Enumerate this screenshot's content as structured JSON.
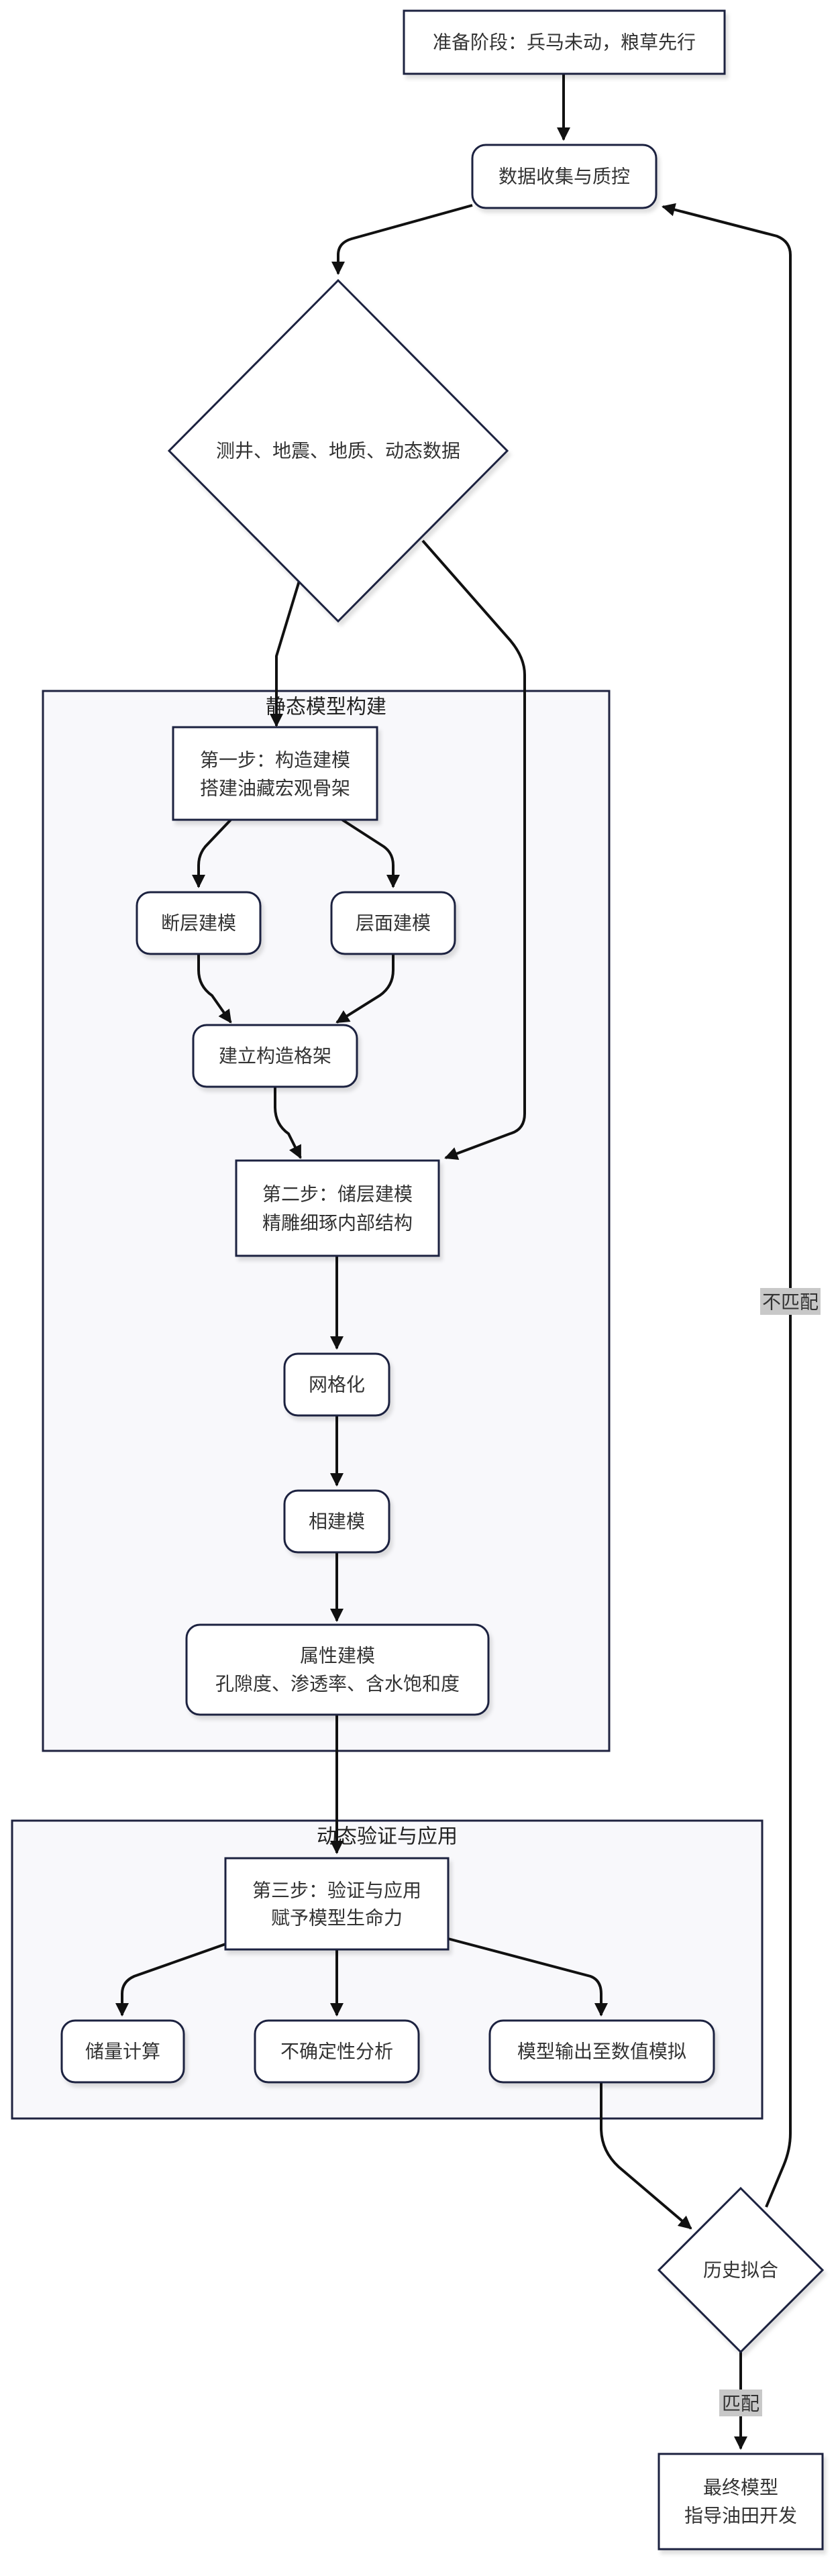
{
  "nodes": {
    "prep": "准备阶段：兵马未动，粮草先行",
    "data_collect": "数据收集与质控",
    "data_types": "测井、地震、地质、动态数据",
    "step1_line1": "第一步：构造建模",
    "step1_line2": "搭建油藏宏观骨架",
    "fault": "断层建模",
    "horizon": "层面建模",
    "framework": "建立构造格架",
    "step2_line1": "第二步：储层建模",
    "step2_line2": "精雕细琢内部结构",
    "gridding": "网格化",
    "facies": "相建模",
    "property_line1": "属性建模",
    "property_line2": "孔隙度、渗透率、含水饱和度",
    "step3_line1": "第三步：验证与应用",
    "step3_line2": "赋予模型生命力",
    "reserves": "储量计算",
    "uncertainty": "不确定性分析",
    "export": "模型输出至数值模拟",
    "history_match": "历史拟合",
    "final_line1": "最终模型",
    "final_line2": "指导油田开发"
  },
  "clusters": {
    "static": "静态模型构建",
    "dynamic": "动态验证与应用"
  },
  "edge_labels": {
    "mismatch": "不匹配",
    "match": "匹配"
  },
  "colors": {
    "prep_fill": "#f49cf0",
    "final_fill": "#ccccfa",
    "node_fill": "#ffffff",
    "cluster_fill": "#f8f8fb",
    "stroke": "#1f2340",
    "edge": "#111111",
    "edge_label_bg": "#c8c8c8"
  }
}
